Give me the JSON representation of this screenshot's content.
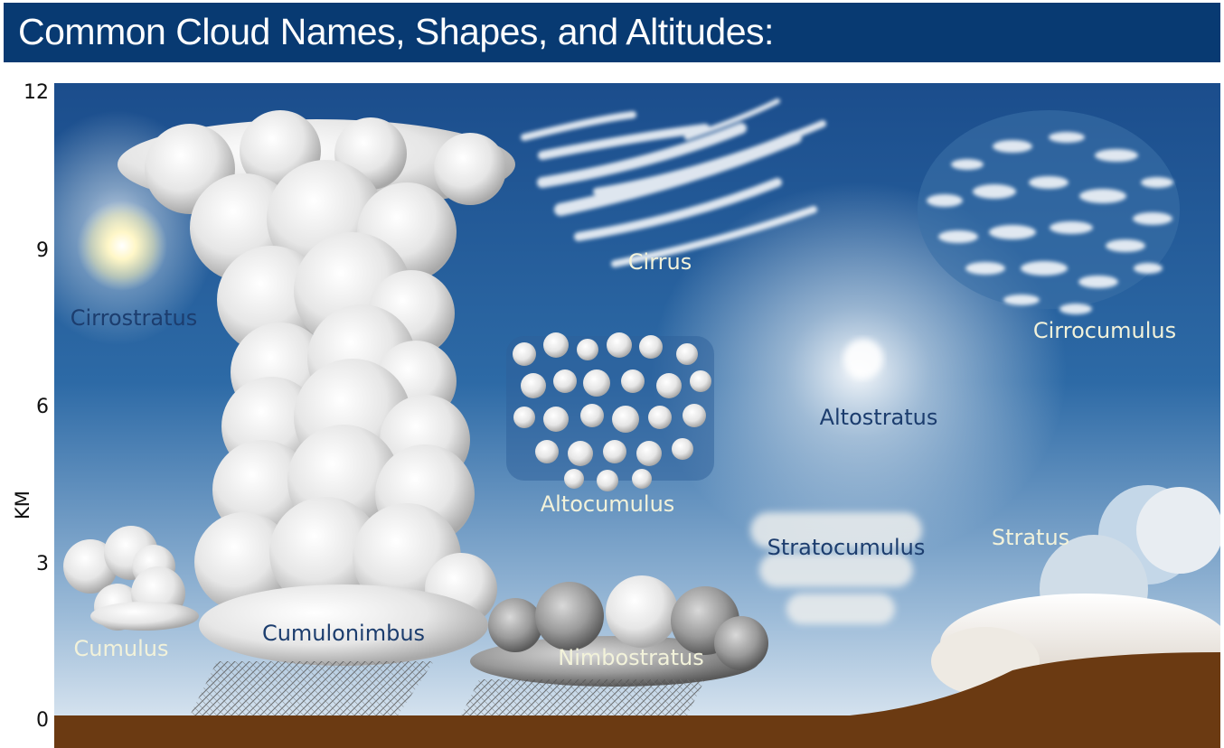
{
  "header": {
    "title": "Common Cloud Names, Shapes, and Altitudes:"
  },
  "axis": {
    "label": "KM",
    "ticks": [
      "12",
      "9",
      "6",
      "3",
      "0"
    ]
  },
  "clouds": {
    "cirrus": "Cirrus",
    "cirrostratus": "Cirrostratus",
    "cirrocumulus": "Cirrocumulus",
    "altocumulus": "Altocumulus",
    "altostratus": "Altostratus",
    "stratocumulus": "Stratocumulus",
    "stratus": "Stratus",
    "cumulus": "Cumulus",
    "cumulonimbus": "Cumulonimbus",
    "nimbostratus": "Nimbostratus"
  },
  "colors": {
    "header_bg": "#083a72",
    "sky_top": "#1b4d8c",
    "sky_bottom": "#dbe7f1",
    "ground": "#6b3a12",
    "label_light": "#f2f2da",
    "label_dark": "#1c3d6e"
  }
}
